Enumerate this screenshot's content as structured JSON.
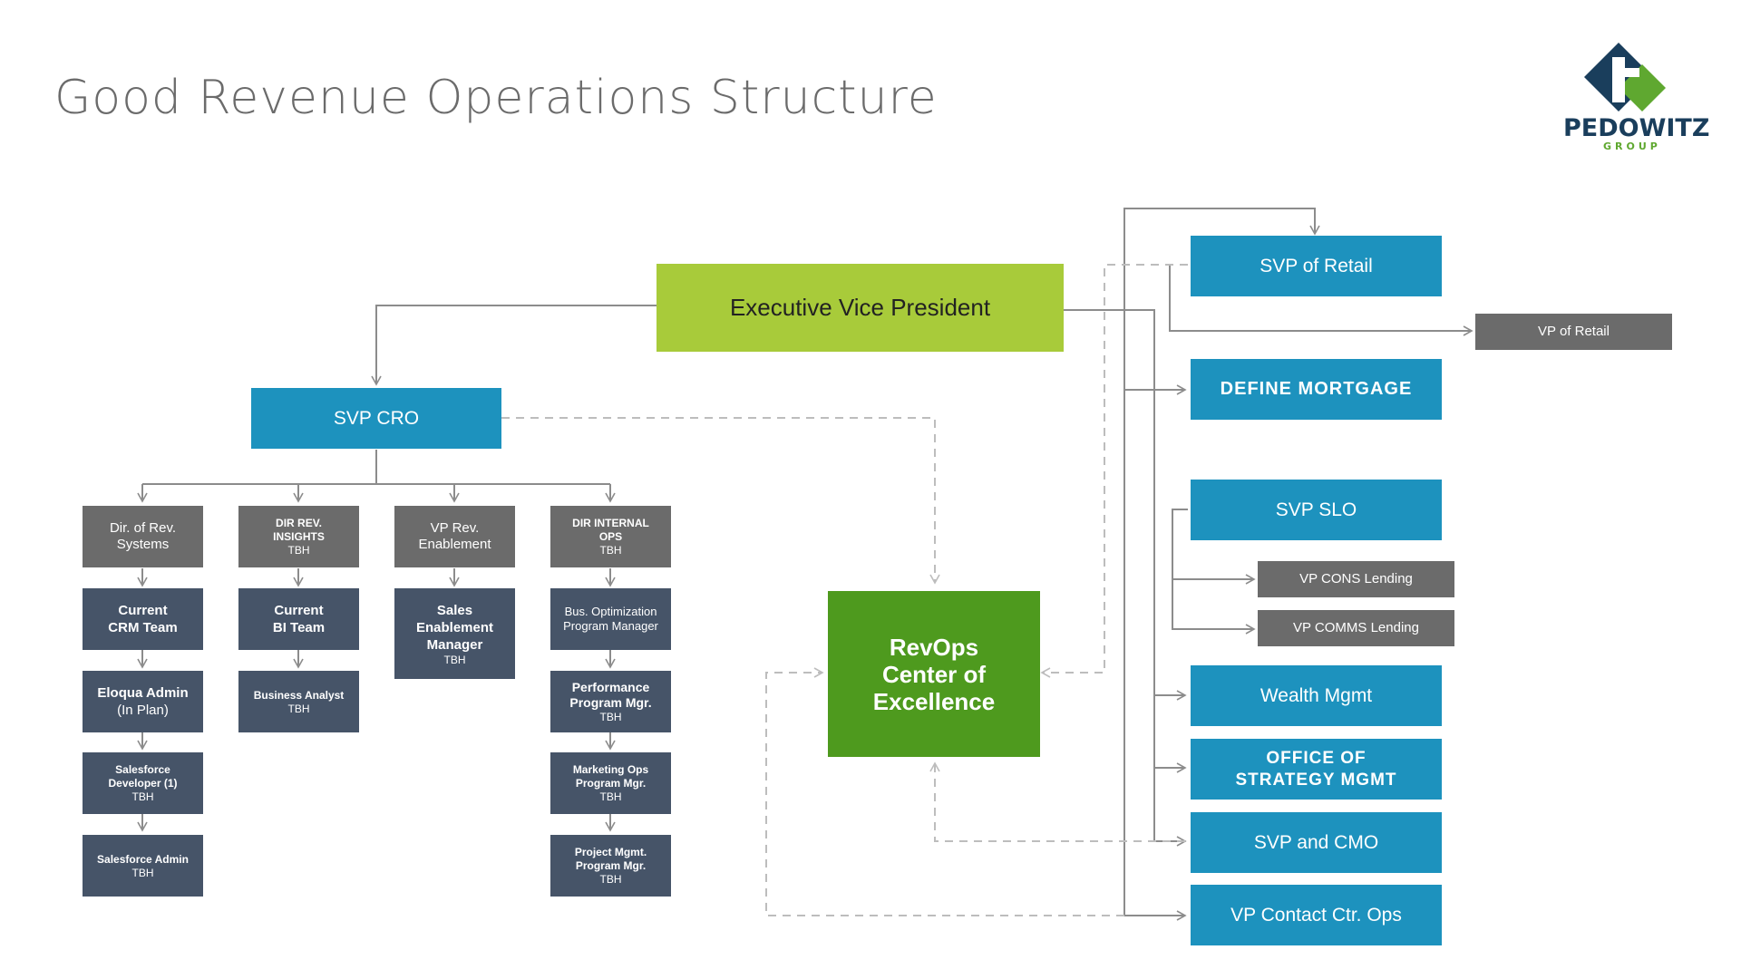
{
  "title": "Good Revenue Operations Structure",
  "logo": {
    "name": "PEDOWITZ",
    "sub": "GROUP"
  },
  "colors": {
    "lime": "#a8cb3a",
    "blue": "#1d92be",
    "gray": "#6b6b6b",
    "navy": "#465468",
    "green": "#4e9a1e",
    "line": "#8c8c8c",
    "dash": "#bdbdbd"
  },
  "evp": "Executive Vice President",
  "svp_cro": "SVP CRO",
  "revops": "RevOps\nCenter of\nExcellence",
  "columns": {
    "c1": {
      "head": "Dir. of Rev.\nSystems",
      "items": [
        {
          "title": "Current\nCRM Team"
        },
        {
          "title": "Eloqua Admin",
          "note": "(In Plan)"
        },
        {
          "title": "Salesforce\nDeveloper (1)",
          "note": "TBH"
        },
        {
          "title": "Salesforce Admin",
          "note": "TBH"
        }
      ]
    },
    "c2": {
      "head": "DIR REV.\nINSIGHTS",
      "head_note": "TBH",
      "items": [
        {
          "title": "Current\nBI Team"
        },
        {
          "title": "Business Analyst",
          "note": "TBH"
        }
      ]
    },
    "c3": {
      "head": "VP Rev.\nEnablement",
      "items": [
        {
          "title": "Sales\nEnablement\nManager",
          "note": "TBH"
        }
      ]
    },
    "c4": {
      "head": "DIR INTERNAL\nOPS",
      "head_note": "TBH",
      "items": [
        {
          "title": "Bus. Optimization\nProgram Manager"
        },
        {
          "title": "Performance\nProgram Mgr.",
          "note": "TBH"
        },
        {
          "title": "Marketing Ops\nProgram Mgr.",
          "note": "TBH"
        },
        {
          "title": "Project Mgmt.\nProgram Mgr.",
          "note": "TBH"
        }
      ]
    }
  },
  "right": {
    "svp_retail": "SVP of Retail",
    "vp_retail": "VP of Retail",
    "define_mortgage": "DEFINE MORTGAGE",
    "svp_slo": "SVP SLO",
    "vp_cons": "VP CONS Lending",
    "vp_comms": "VP COMMS Lending",
    "wealth": "Wealth Mgmt",
    "strategy": "OFFICE OF\nSTRATEGY MGMT",
    "cmo": "SVP and CMO",
    "contact": "VP Contact Ctr. Ops"
  }
}
